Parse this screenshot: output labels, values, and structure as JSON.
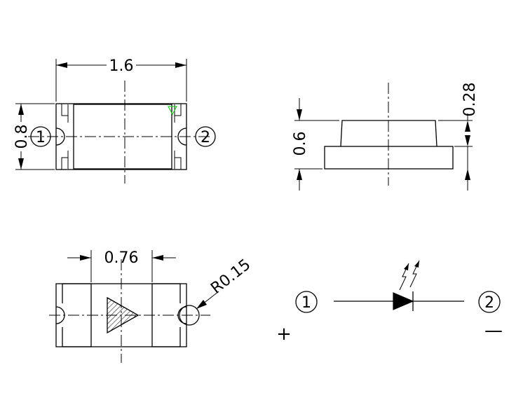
{
  "top_view": {
    "width_dim": "1.6",
    "height_dim": "0.8",
    "pad_left": "1",
    "pad_right": "2",
    "polarity_mark_color": "#33cc33"
  },
  "side_view": {
    "total_height_dim": "0.6",
    "dome_height_dim": "0.28"
  },
  "bottom_view": {
    "gap_dim": "0.76",
    "radius_dim": "R0.15"
  },
  "schematic": {
    "terminal_left": "1",
    "terminal_right": "2",
    "anode_sign": "+",
    "cathode_sign": "—"
  }
}
